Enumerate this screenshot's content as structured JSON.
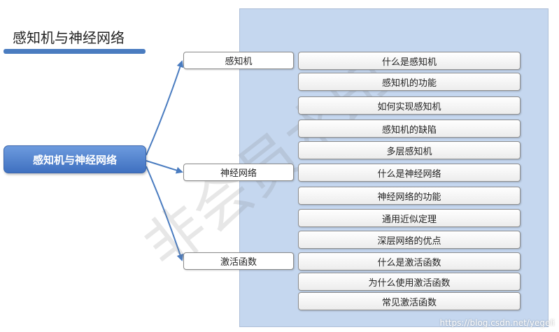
{
  "title": "感知机与神经网络",
  "root": "感知机与神经网络",
  "branches": [
    {
      "label": "感知机",
      "children": [
        "什么是感知机",
        "感知机的功能",
        "如何实现感知机",
        "感知机的缺陷",
        "多层感知机"
      ]
    },
    {
      "label": "神经网络",
      "children": [
        "什么是神经网络",
        "神经网络的功能",
        "通用近似定理",
        "深层网络的优点"
      ]
    },
    {
      "label": "激活函数",
      "children": [
        "什么是激活函数",
        "为什么使用激活函数",
        "常见激活函数"
      ]
    }
  ],
  "watermark": "非会员水印",
  "footer": "https://blog.csdn.net/yegeli",
  "colors": {
    "panel": "#c5d7ef",
    "root": "#4a7cc0",
    "arrow": "#4a7cc0"
  }
}
